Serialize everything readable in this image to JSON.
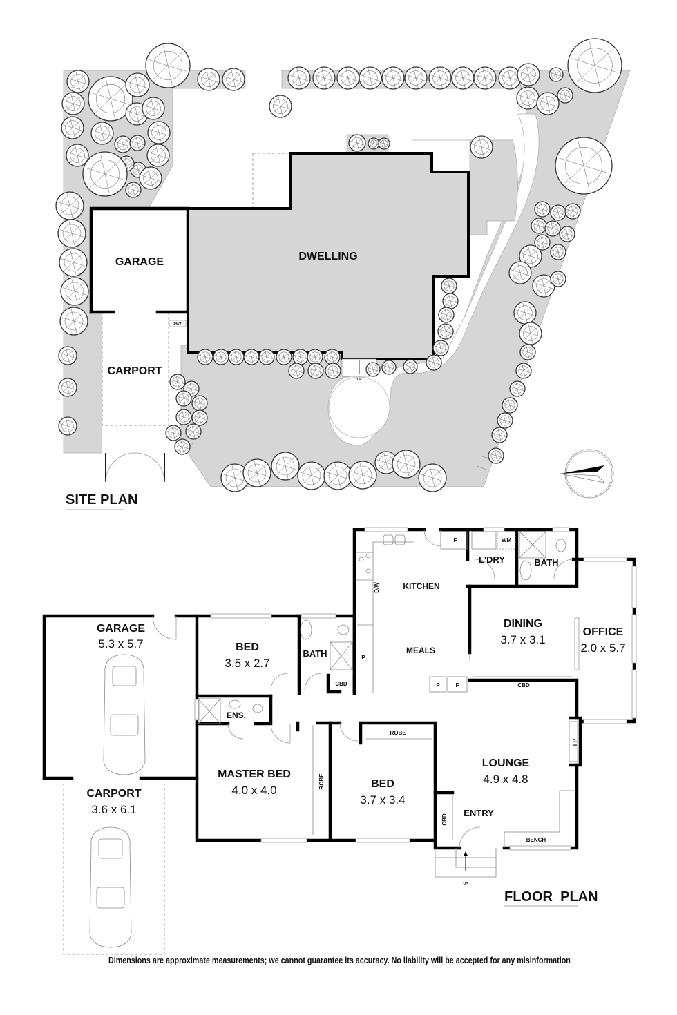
{
  "site_plan": {
    "title": "SITE PLAN",
    "labels": {
      "garage": "GARAGE",
      "dwelling": "DWELLING",
      "carport": "CARPORT",
      "rwt": "RWT",
      "up": "UP"
    },
    "compass": "north-arrow"
  },
  "floor_plan": {
    "title": "FLOOR  PLAN",
    "rooms": [
      {
        "id": "garage",
        "name": "GARAGE",
        "dim": "5.3 x 5.7"
      },
      {
        "id": "carport",
        "name": "CARPORT",
        "dim": "3.6 x 6.1"
      },
      {
        "id": "bed2",
        "name": "BED",
        "dim": "3.5 x 2.7"
      },
      {
        "id": "master",
        "name": "MASTER BED",
        "dim": "4.0 x 4.0"
      },
      {
        "id": "bed3",
        "name": "BED",
        "dim": "3.7 x 3.4"
      },
      {
        "id": "dining",
        "name": "DINING",
        "dim": "3.7 x 3.1"
      },
      {
        "id": "office",
        "name": "OFFICE",
        "dim": "2.0 x 5.7"
      },
      {
        "id": "lounge",
        "name": "LOUNGE",
        "dim": "4.9 x 4.8"
      }
    ],
    "labels": {
      "kitchen": "KITCHEN",
      "meals": "MEALS",
      "laundry": "L'DRY",
      "bath_rear": "BATH",
      "bath_mid": "BATH",
      "ensuite": "ENS.",
      "entry": "ENTRY",
      "dw": "D/W",
      "fridge": "F",
      "fridge2": "F",
      "wm": "WM",
      "pantry": "P",
      "pantry2": "P",
      "cbd_dining": "CBD",
      "cbd_bath": "CBD",
      "cbd_entry": "CBD",
      "robe_master": "ROBE",
      "robe_bed": "ROBE",
      "fp": "FP",
      "bench": "BENCH",
      "up": "UP"
    }
  },
  "disclaimer": "Dimensions are approximate measurements; we cannot guarantee its accuracy. No liability will be accepted for any misinformation"
}
